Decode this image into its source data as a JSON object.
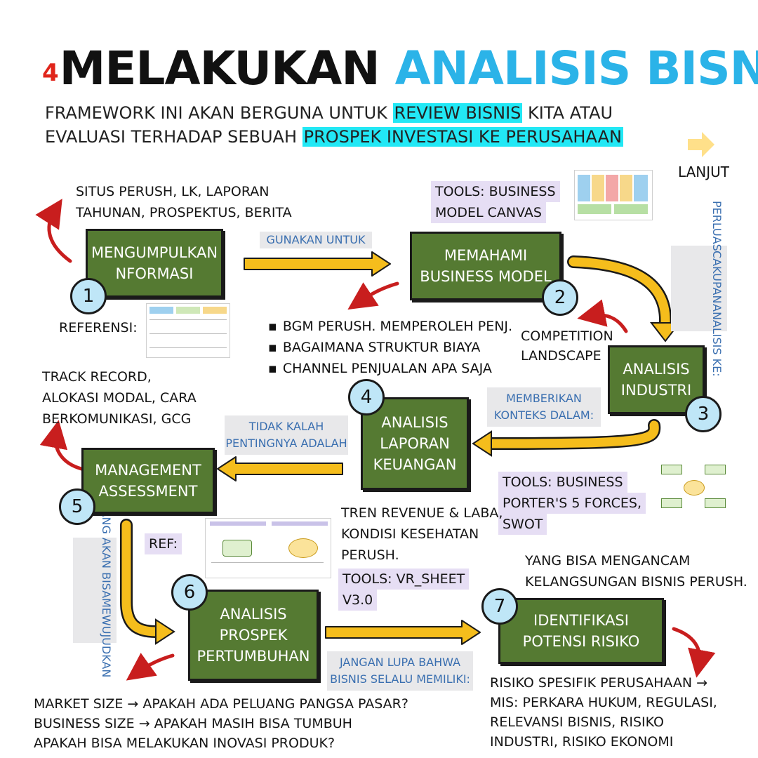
{
  "title": {
    "number": "4",
    "part1": "MELAKUKAN",
    "part2": "ANALISIS BISNIS"
  },
  "subtitle": {
    "line1_pre": "FRAMEWORK INI AKAN BERGUNA UNTUK ",
    "line1_hl": "REVIEW BISNIS",
    "line1_post": " KITA ATAU",
    "line2_pre": "EVALUASI TERHADAP SEBUAH ",
    "line2_hl": "PROSPEK INVESTASI KE PERUSAHAAN"
  },
  "lanjut": "LANJUT",
  "steps": [
    {
      "num": "1",
      "lines": [
        "MENGUMPULKAN",
        "NFORMASI"
      ]
    },
    {
      "num": "2",
      "lines": [
        "MEMAHAMI",
        "BUSINESS MODEL"
      ]
    },
    {
      "num": "3",
      "lines": [
        "ANALISIS",
        "INDUSTRI"
      ]
    },
    {
      "num": "4",
      "lines": [
        "ANALISIS",
        "LAPORAN",
        "KEUANGAN"
      ]
    },
    {
      "num": "5",
      "lines": [
        "MANAGEMENT",
        "ASSESSMENT"
      ]
    },
    {
      "num": "6",
      "lines": [
        "ANALISIS",
        "PROSPEK",
        "PERTUMBUHAN"
      ]
    },
    {
      "num": "7",
      "lines": [
        "IDENTIFIKASI",
        "POTENSI RISIKO"
      ]
    }
  ],
  "notes": {
    "sources_l1": "SITUS PERUSH, LK, LAPORAN",
    "sources_l2": "TAHUNAN, PROSPEKTUS, BERITA",
    "referensi": "REFERENSI:",
    "gunakan": "GUNAKAN UNTUK",
    "tools_bmc_l1": "TOOLS: BUSINESS",
    "tools_bmc_l2": "MODEL CANVAS",
    "perluas": [
      "PERLUAS",
      "CAKUPAN",
      "ANALISIS KE:"
    ],
    "bullets": [
      "BGM PERUSH. MEMPEROLEH PENJ.",
      "BAGAIMANA STRUKTUR BIAYA",
      "CHANNEL PENJUALAN APA SAJA"
    ],
    "competition_l1": "COMPETITION",
    "competition_l2": "LANDSCAPE",
    "memberikan_l1": "MEMBERIKAN",
    "memberikan_l2": "KONTEKS DALAM:",
    "track_l1": "TRACK RECORD,",
    "track_l2": "ALOKASI MODAL, CARA",
    "track_l3": "BERKOMUNIKASI, GCG",
    "tidak_l1": "TIDAK KALAH",
    "tidak_l2": "PENTINGNYA ADALAH",
    "tools_porter_l1": "TOOLS: BUSINESS",
    "tools_porter_l2": "PORTER'S 5 FORCES,",
    "tools_porter_l3": "SWOT",
    "tren_l1": "TREN REVENUE & LABA,",
    "tren_l2": "KONDISI KESEHATAN",
    "tren_l3": "PERUSH.",
    "tools_vr_l1": "TOOLS:  VR_SHEET",
    "tools_vr_l2": "V3.0",
    "ref": "REF:",
    "yang_akan_l1": "YANG AKAN BISA",
    "yang_akan_l2": "MEWUJUDKAN",
    "ancam_l1": "YANG BISA MENGANCAM",
    "ancam_l2": "KELANGSUNGAN BISNIS PERUSH.",
    "jangan_l1": "JANGAN LUPA BAHWA",
    "jangan_l2": "BISNIS SELALU MEMILIKI:",
    "market_l1": "MARKET SIZE → APAKAH ADA PELUANG PANGSA PASAR?",
    "market_l2": "BUSINESS SIZE → APAKAH MASIH BISA TUMBUH",
    "market_l3": "APAKAH BISA MELAKUKAN INOVASI PRODUK?",
    "risiko_l1": "RISIKO SPESIFIK PERUSAHAAN →",
    "risiko_l2": "MIS: PERKARA HUKUM, REGULASI,",
    "risiko_l3": "RELEVANSI BISNIS, RISIKO",
    "risiko_l4": "INDUSTRI, RISIKO EKONOMI"
  },
  "colors": {
    "box_green": "#557a32",
    "title_blue": "#2bb3e8",
    "arrow_yellow": "#f5bd1c",
    "arrow_red": "#c81e1e",
    "highlight_cyan": "#22e8f5",
    "highlight_lavender": "#e6def4",
    "circle_blue": "#bfe6f7",
    "note_text_blue": "#3a6fb0"
  }
}
